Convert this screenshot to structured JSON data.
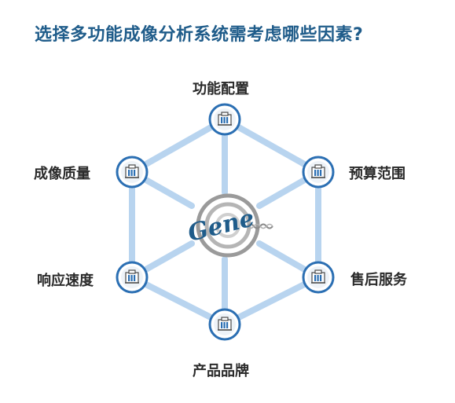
{
  "title": "选择多功能成像分析系统需考虑哪些因素?",
  "center_logo": "Gene",
  "nodes": [
    {
      "label": "功能配置",
      "icon": "building-icon"
    },
    {
      "label": "预算范围",
      "icon": "building-icon"
    },
    {
      "label": "售后服务",
      "icon": "building-icon"
    },
    {
      "label": "产品品牌",
      "icon": "building-icon"
    },
    {
      "label": "响应速度",
      "icon": "building-icon"
    },
    {
      "label": "成像质量",
      "icon": "building-icon"
    }
  ],
  "colors": {
    "title": "#1f5c8a",
    "edge": "#b8d4ef",
    "node_ring": "#2b6fb3",
    "node_fill": "#eef3f8",
    "logo_text": "#1f5c8a",
    "logo_ring": "#9a9a9a"
  }
}
